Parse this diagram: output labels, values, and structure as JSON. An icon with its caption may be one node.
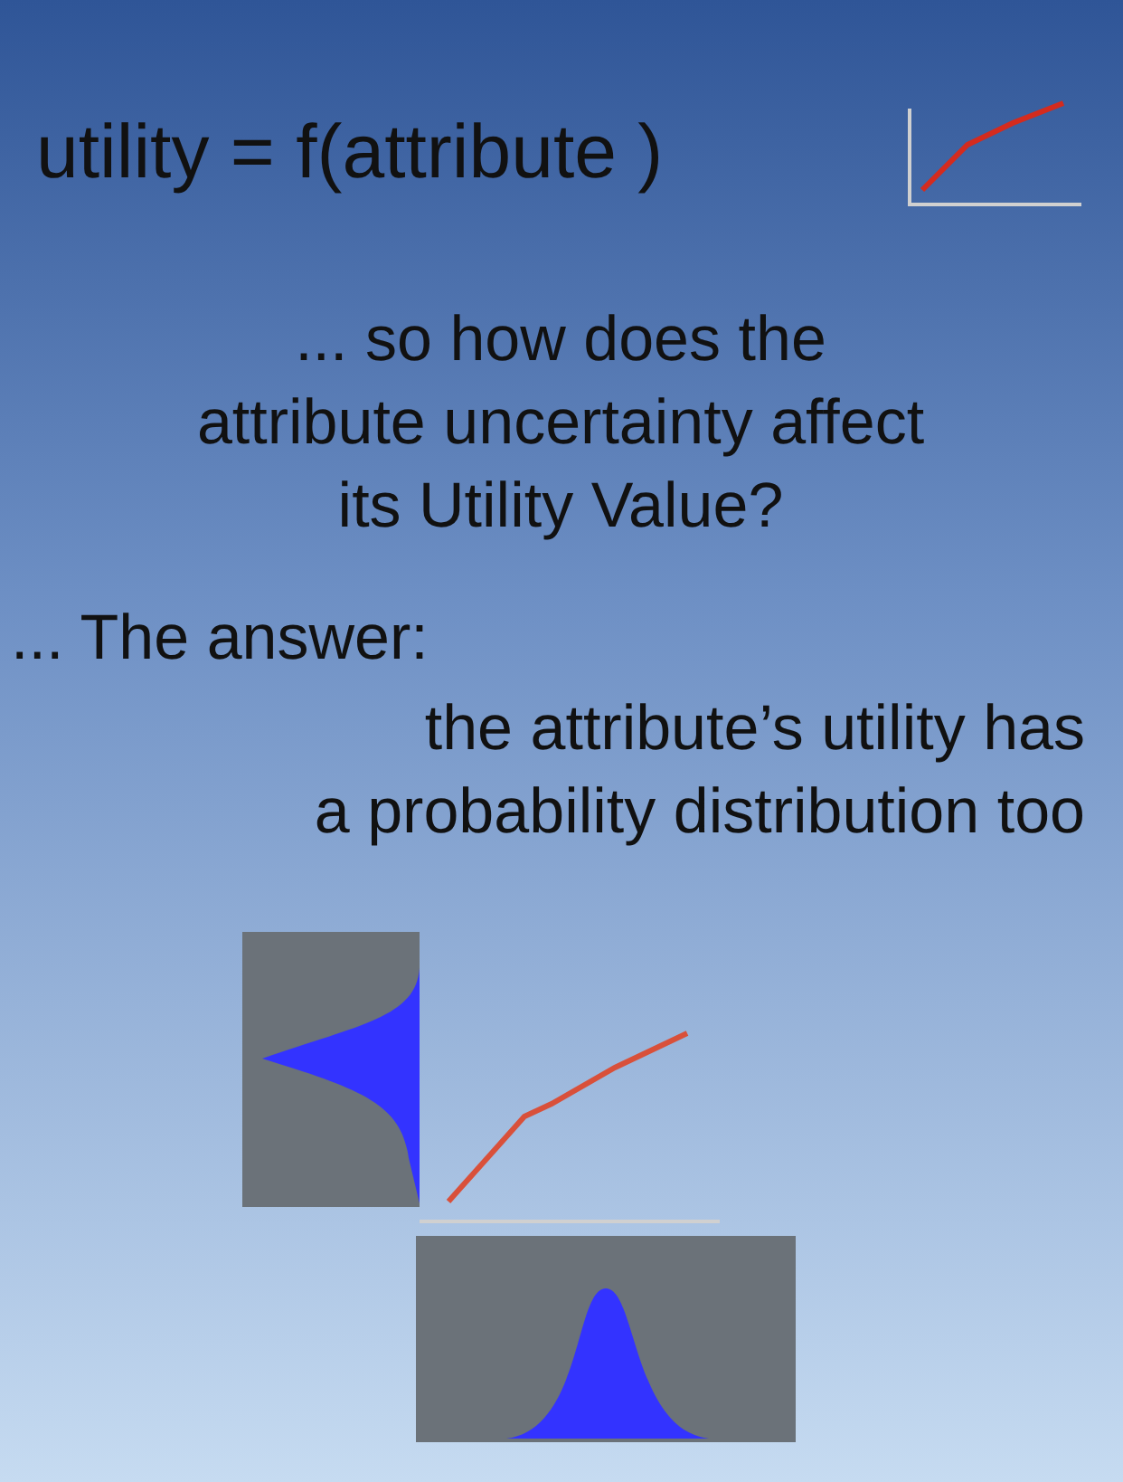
{
  "diagram": {
    "labels": [
      "utility = f(attribute )",
      "...  so how does the attribute uncertainty affect its Utility Value?",
      "... The answer:",
      "the attribute’s utility has a probability distribution too"
    ]
  }
}
